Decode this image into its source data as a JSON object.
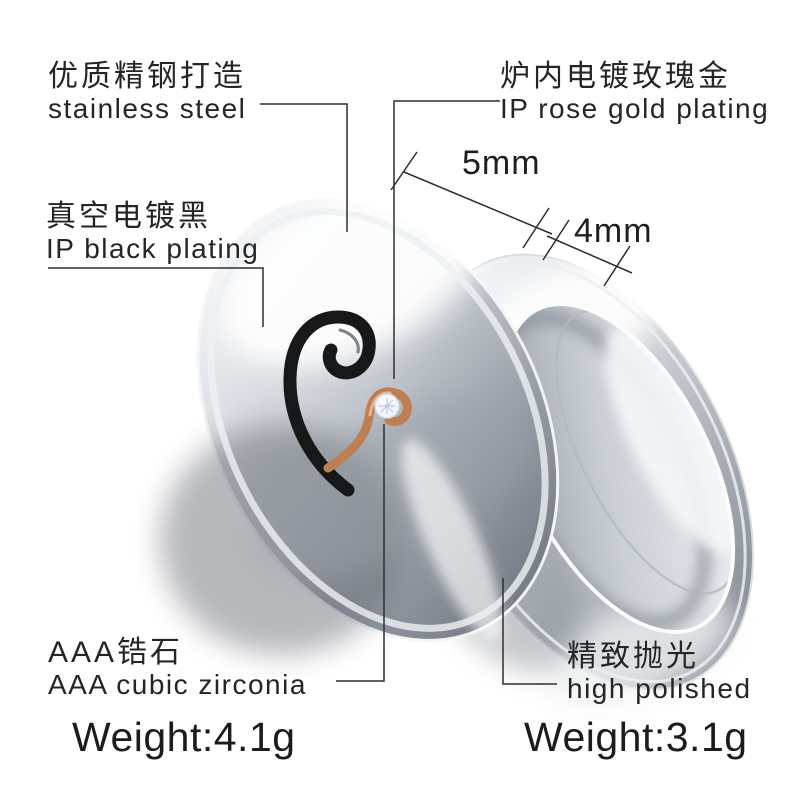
{
  "product": {
    "type": "couple-rings-annotated-photo",
    "labels": {
      "stainless": {
        "zh": "优质精钢打造",
        "en": "stainless steel"
      },
      "rose_gold": {
        "zh": "炉内电镀玫瑰金",
        "en": "IP rose gold plating"
      },
      "black_plating": {
        "zh": "真空电镀黑",
        "en": "IP black plating"
      },
      "zirconia": {
        "zh": "AAA锆石",
        "en": "AAA cubic zirconia"
      },
      "polished": {
        "zh": "精致抛光",
        "en": "high polished"
      }
    },
    "dimensions": {
      "left_band": "5mm",
      "right_band": "4mm"
    },
    "weights": {
      "left": "Weight:4.1g",
      "right": "Weight:3.1g"
    },
    "colors": {
      "background": "#ffffff",
      "annotation_line": "#2e2e2e",
      "silver": "#c3c8ce",
      "black_heart": "#17181a",
      "rose_gold_heart": "#bd7f52",
      "zirconia_stone": "#f4f6ff"
    }
  }
}
